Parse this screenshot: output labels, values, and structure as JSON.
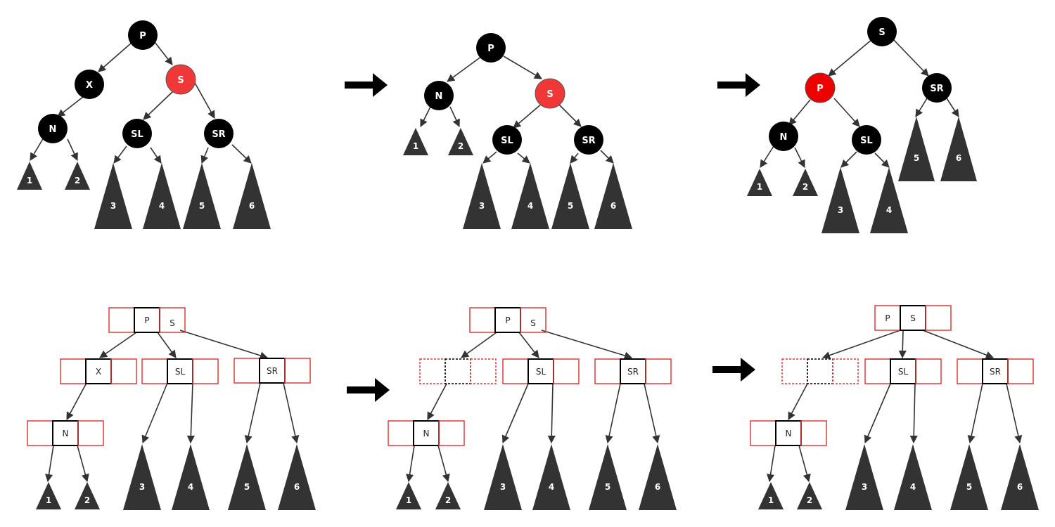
{
  "colors": {
    "black_node": "#000000",
    "red_node": "#f03838",
    "red_node_strong": "#ee0000",
    "subtree": "#333333",
    "box_red": "#e03c3c",
    "box_black": "#000000",
    "edge": "#333333"
  },
  "top_row": {
    "panel1": {
      "nodes": {
        "P": "P",
        "X": "X",
        "S": "S",
        "N": "N",
        "SL": "SL",
        "SR": "SR"
      },
      "subtrees": [
        "1",
        "2",
        "3",
        "4",
        "5",
        "6"
      ]
    },
    "panel2": {
      "nodes": {
        "P": "P",
        "N": "N",
        "S": "S",
        "SL": "SL",
        "SR": "SR"
      },
      "subtrees": [
        "1",
        "2",
        "3",
        "4",
        "5",
        "6"
      ]
    },
    "panel3": {
      "nodes": {
        "S": "S",
        "P": "P",
        "SR": "SR",
        "N": "N",
        "SL": "SL"
      },
      "subtrees": [
        "1",
        "2",
        "3",
        "4",
        "5",
        "6"
      ]
    }
  },
  "bottom_row": {
    "panel1": {
      "boxes": {
        "root_mid": "P",
        "root_right": "S",
        "X": "X",
        "SL": "SL",
        "SR": "SR",
        "N": "N"
      },
      "subtrees": [
        "1",
        "2",
        "3",
        "4",
        "5",
        "6"
      ]
    },
    "panel2": {
      "boxes": {
        "root_mid": "P",
        "root_right": "S",
        "SL": "SL",
        "SR": "SR",
        "N": "N"
      },
      "subtrees": [
        "1",
        "2",
        "3",
        "4",
        "5",
        "6"
      ]
    },
    "panel3": {
      "boxes": {
        "root_left": "P",
        "root_mid": "S",
        "SL": "SL",
        "SR": "SR",
        "N": "N"
      },
      "subtrees": [
        "1",
        "2",
        "3",
        "4",
        "5",
        "6"
      ]
    }
  },
  "arrows": [
    {
      "icon": "arrow-right-icon"
    },
    {
      "icon": "arrow-right-icon"
    },
    {
      "icon": "arrow-right-icon"
    },
    {
      "icon": "arrow-right-icon"
    }
  ]
}
